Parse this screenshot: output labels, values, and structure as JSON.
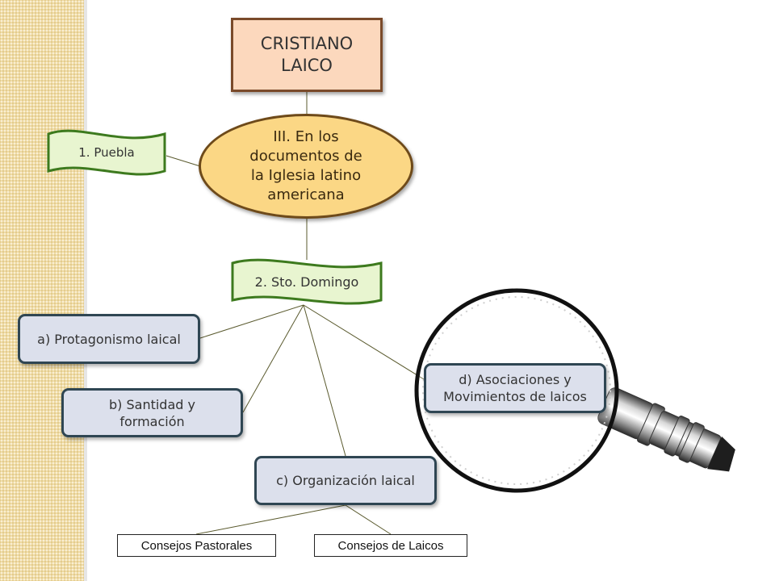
{
  "root": {
    "line1": "CRISTIANO",
    "line2": "LAICO"
  },
  "section": {
    "lines": [
      "III. En los",
      "documentos de",
      "la Iglesia latino",
      "americana"
    ]
  },
  "banners": {
    "puebla": "1. Puebla",
    "sto_domingo": "2. Sto. Domingo"
  },
  "items": {
    "a": [
      "a) Protagonismo laical"
    ],
    "b": [
      "b) Santidad y",
      "formación"
    ],
    "c": [
      "c) Organización laical"
    ],
    "d": [
      "d) Asociaciones y",
      "Movimientos de laicos"
    ]
  },
  "leaves": {
    "pastorales": "Consejos Pastorales",
    "laicos": "Consejos de Laicos"
  },
  "colors": {
    "root_fill": "#fcd8bd",
    "ellipse_fill": "#fbd785",
    "banner_fill": "#e8f5d0",
    "banner_border": "#3d7a1e",
    "child_fill": "#dce0ec",
    "child_border": "#2f4653",
    "line": "#5a5a2e"
  },
  "icons": {
    "magnifier": "magnifying-glass-icon"
  }
}
